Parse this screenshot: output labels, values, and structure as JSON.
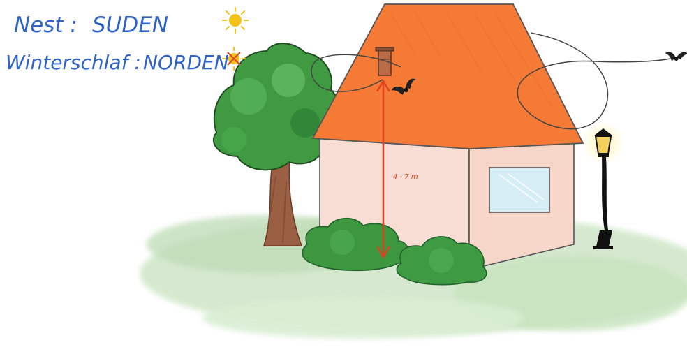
{
  "notes": {
    "nest_label": "Nest :",
    "nest_value": "SUDEN",
    "hibernation_label": "Winterschlaf :",
    "hibernation_value": "NORDEN"
  },
  "height_marker": {
    "label": "4 - 7 m"
  },
  "colors": {
    "note_ink": "#2f63c8",
    "roof": "#f47a35",
    "wall": "#f8ddd4",
    "measure": "#e0411f",
    "foliage": "#3f9a42",
    "grass": "#cfe6c8",
    "trunk": "#9b5f43",
    "sun": "#f2c21a",
    "window": "#d7edf5"
  },
  "icons": [
    "sun-icon",
    "crossed-sun-icon",
    "bat-box-icon",
    "bat-icon",
    "lamp-post-icon"
  ]
}
